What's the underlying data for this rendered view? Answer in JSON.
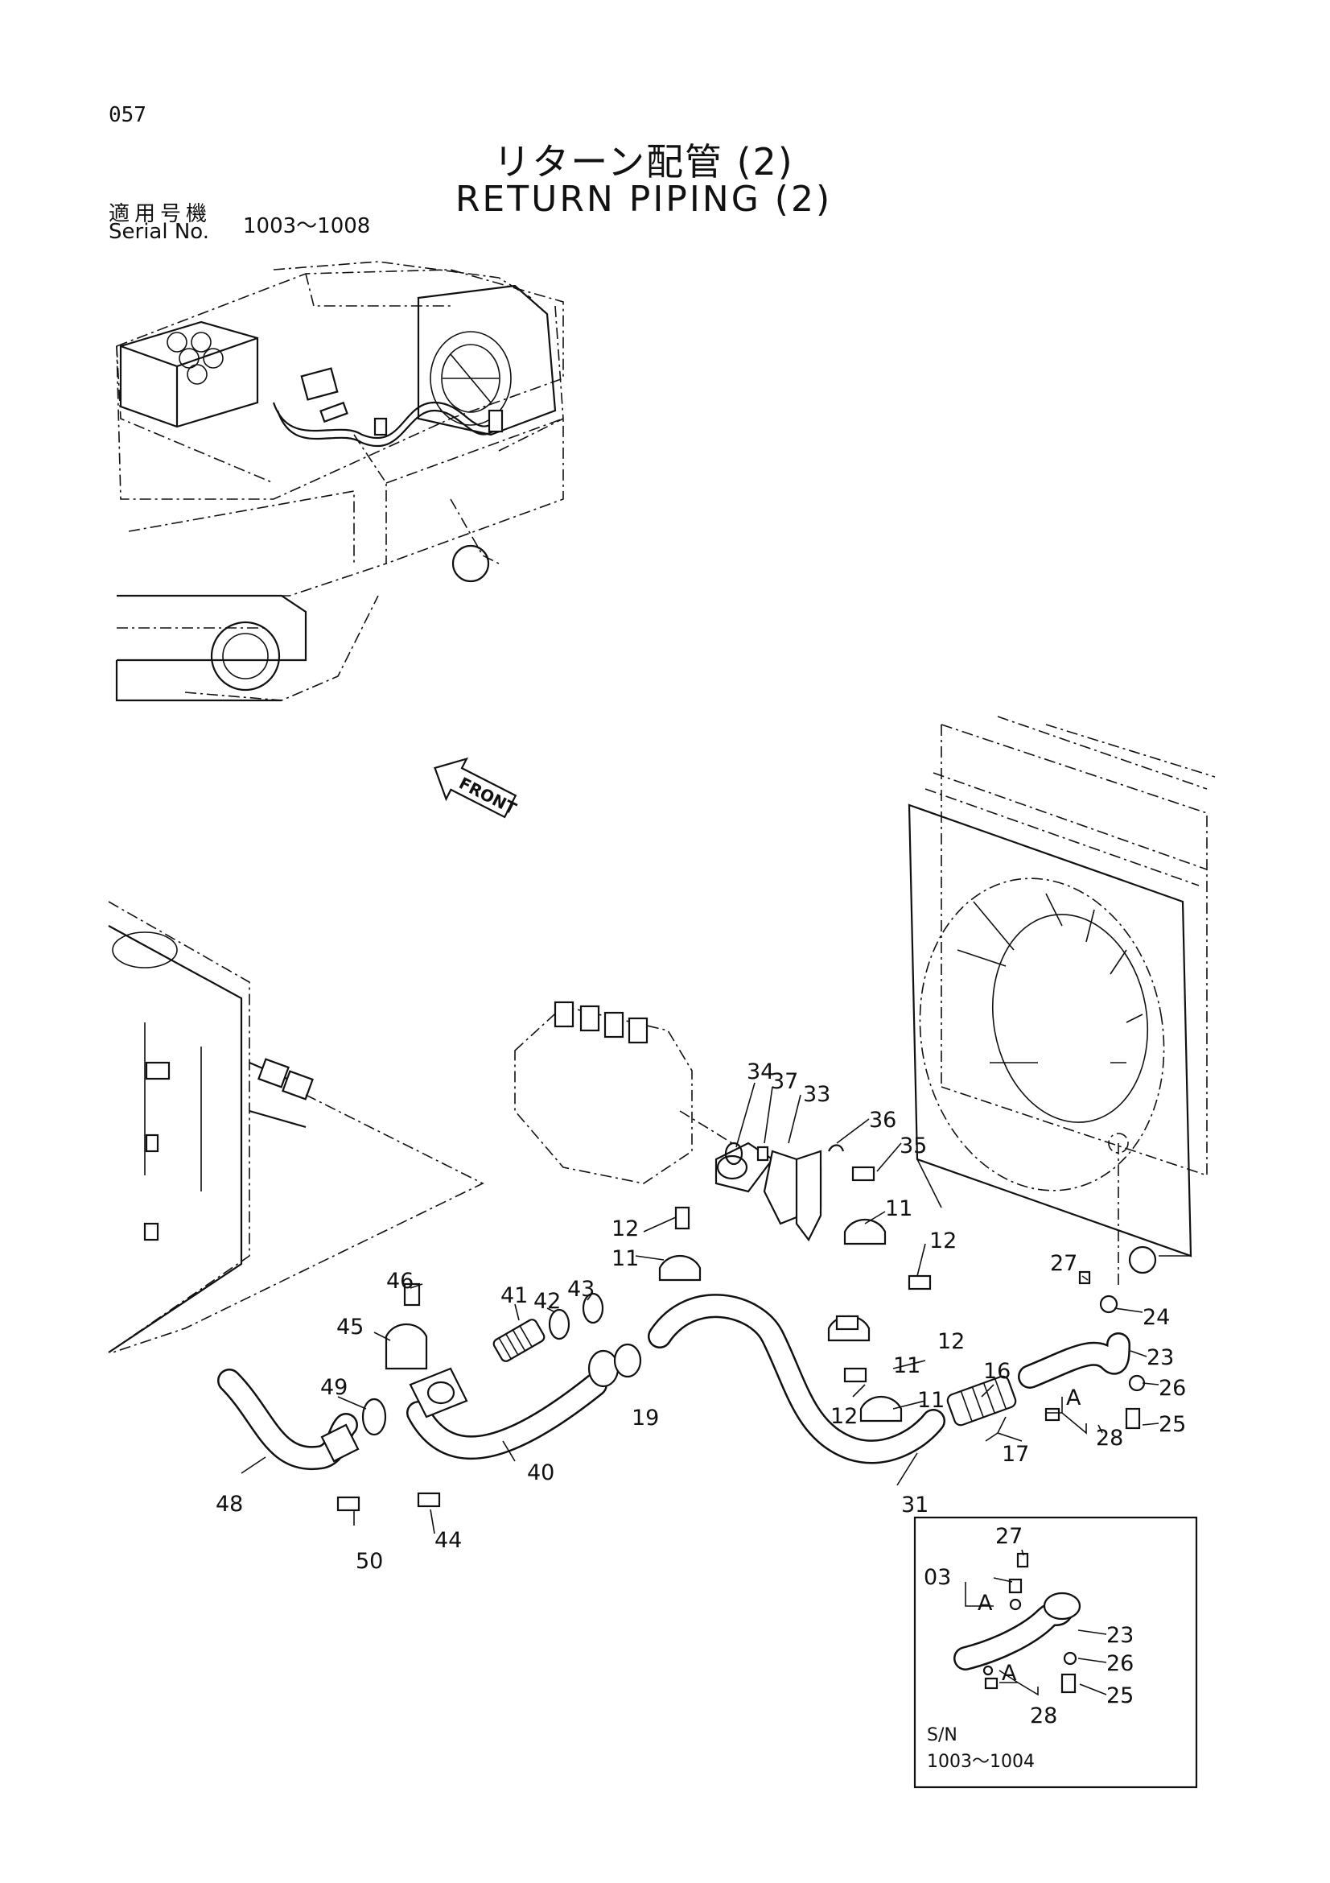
{
  "header": {
    "page_number": "057",
    "title_ja": "リターン配管 (2)",
    "title_en": "RETURN PIPING (2)",
    "serial_label_ja": "適用号機",
    "serial_label_en": "Serial No.",
    "serial_range": "1003～1008"
  },
  "front_arrow_label": "FRONT",
  "callouts": {
    "c34": "34",
    "c37": "37",
    "c33": "33",
    "c36": "36",
    "c35": "35",
    "c12a": "12",
    "c11a": "11",
    "c12b": "12",
    "c11b": "11",
    "c12c": "12",
    "c43": "43",
    "c42": "42",
    "c41": "41",
    "c46": "46",
    "c45": "45",
    "c19": "19",
    "c11c": "11",
    "c12d": "12",
    "c11d": "11",
    "c16": "16",
    "c17": "17",
    "c27": "27",
    "c24": "24",
    "c23": "23",
    "c26": "26",
    "c25": "25",
    "c28": "28",
    "cA": "A",
    "c49": "49",
    "c48": "48",
    "c50": "50",
    "c44": "44",
    "c40": "40",
    "c31": "31"
  },
  "inset": {
    "c27": "27",
    "c03": "03",
    "cA1": "A",
    "c23": "23",
    "c26": "26",
    "cA2": "A",
    "c25": "25",
    "c28": "28",
    "sn_label": "S/N",
    "sn_range": "1003～1004"
  }
}
